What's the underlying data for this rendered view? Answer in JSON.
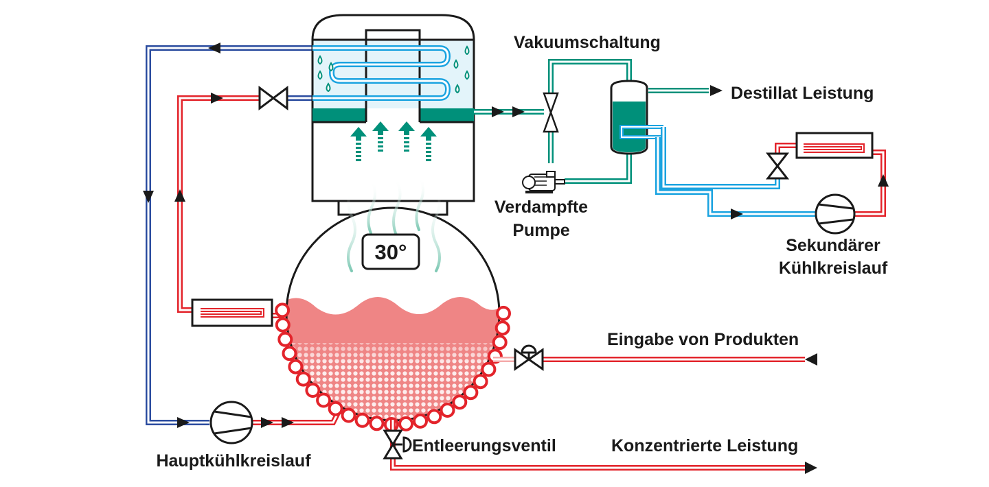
{
  "labels": {
    "vacuum_circuit": "Vakuumschaltung",
    "distillate_output": "Destillat Leistung",
    "evaporated_pump_line1": "Verdampfte",
    "evaporated_pump_line2": "Pumpe",
    "secondary_cooling_line1": "Sekundärer",
    "secondary_cooling_line2": "Kühlkreislauf",
    "product_input": "Eingabe von Produkten",
    "drain_valve": "Entleerungsventil",
    "concentrated_output": "Konzentrierte Leistung",
    "main_cooling": "Hauptkühlkreislauf"
  },
  "temperature": "30°",
  "colors": {
    "hot": "#e3242b",
    "cold": "#2b4c9f",
    "condensate": "#00907a",
    "secondary_cold": "#1aa3e0",
    "liquid": "#ef8585",
    "outline": "#1a1a1a"
  }
}
